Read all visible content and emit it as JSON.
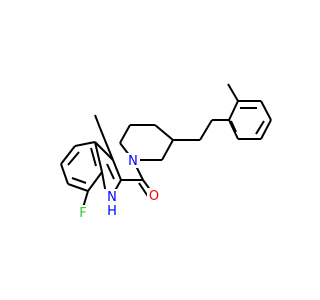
{
  "colors": {
    "background": "#ffffff",
    "bond": "#000000",
    "nitrogen": "#0000ff",
    "oxygen": "#ff0000",
    "fluorine": "#33cc33"
  },
  "labels": {
    "nh": "H",
    "n_indole": "N",
    "n_piperidine": "N",
    "o_carbonyl": "O",
    "f": "F"
  }
}
